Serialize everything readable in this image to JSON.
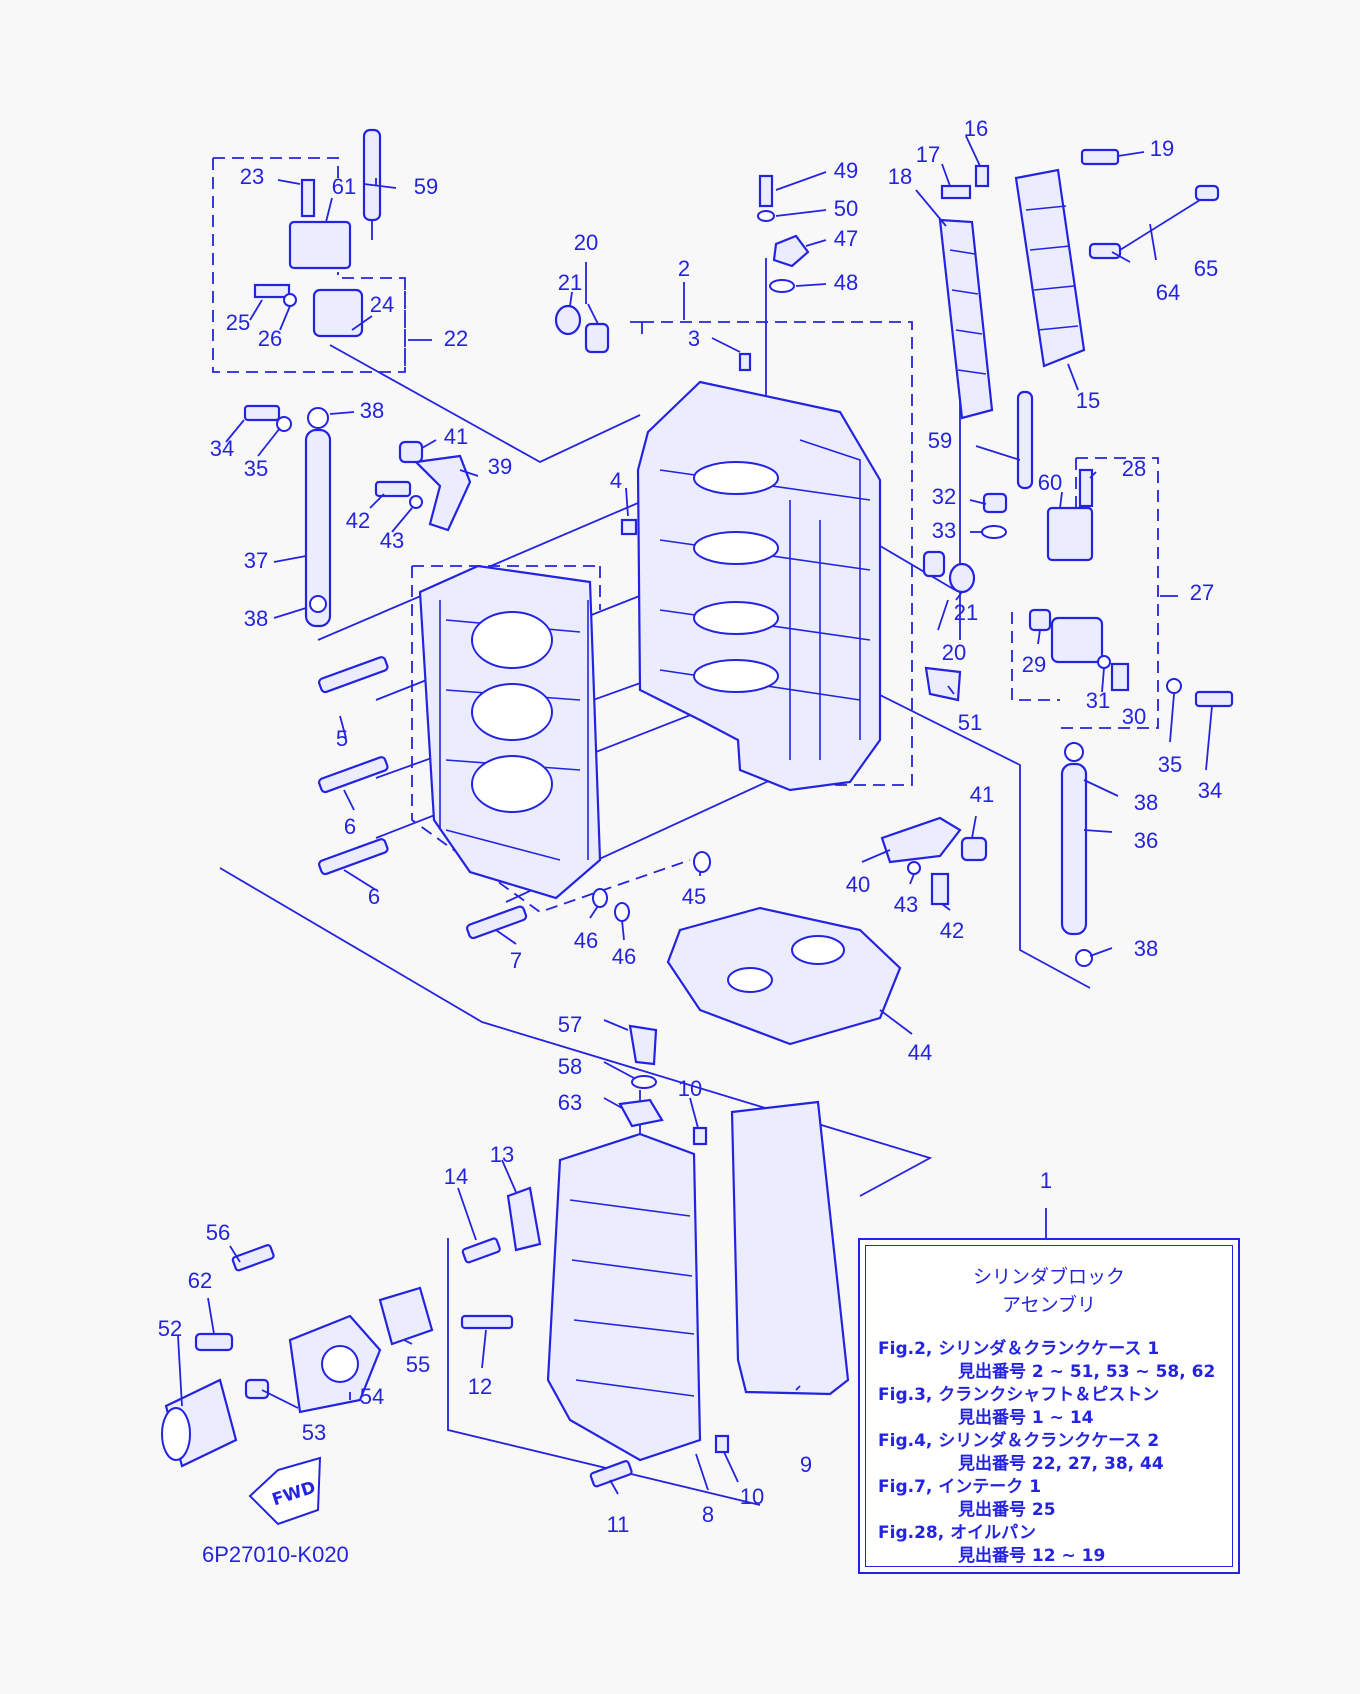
{
  "parts": [
    {
      "id": "1",
      "n": "1"
    },
    {
      "id": "2",
      "n": "2"
    },
    {
      "id": "3",
      "n": "3"
    },
    {
      "id": "4",
      "n": "4"
    },
    {
      "id": "5",
      "n": "5"
    },
    {
      "id": "6a",
      "n": "6"
    },
    {
      "id": "6b",
      "n": "6"
    },
    {
      "id": "7",
      "n": "7"
    },
    {
      "id": "8",
      "n": "8"
    },
    {
      "id": "9",
      "n": "9"
    },
    {
      "id": "10a",
      "n": "10"
    },
    {
      "id": "10b",
      "n": "10"
    },
    {
      "id": "11",
      "n": "11"
    },
    {
      "id": "12",
      "n": "12"
    },
    {
      "id": "13",
      "n": "13"
    },
    {
      "id": "14",
      "n": "14"
    },
    {
      "id": "15",
      "n": "15"
    },
    {
      "id": "16",
      "n": "16"
    },
    {
      "id": "17",
      "n": "17"
    },
    {
      "id": "18",
      "n": "18"
    },
    {
      "id": "19",
      "n": "19"
    },
    {
      "id": "20a",
      "n": "20"
    },
    {
      "id": "20b",
      "n": "20"
    },
    {
      "id": "21a",
      "n": "21"
    },
    {
      "id": "21b",
      "n": "21"
    },
    {
      "id": "22",
      "n": "22"
    },
    {
      "id": "23",
      "n": "23"
    },
    {
      "id": "24",
      "n": "24"
    },
    {
      "id": "25",
      "n": "25"
    },
    {
      "id": "26",
      "n": "26"
    },
    {
      "id": "27",
      "n": "27"
    },
    {
      "id": "28",
      "n": "28"
    },
    {
      "id": "29",
      "n": "29"
    },
    {
      "id": "30",
      "n": "30"
    },
    {
      "id": "31",
      "n": "31"
    },
    {
      "id": "32",
      "n": "32"
    },
    {
      "id": "33",
      "n": "33"
    },
    {
      "id": "34a",
      "n": "34"
    },
    {
      "id": "34b",
      "n": "34"
    },
    {
      "id": "35a",
      "n": "35"
    },
    {
      "id": "35b",
      "n": "35"
    },
    {
      "id": "36",
      "n": "36"
    },
    {
      "id": "37",
      "n": "37"
    },
    {
      "id": "38a",
      "n": "38"
    },
    {
      "id": "38b",
      "n": "38"
    },
    {
      "id": "38c",
      "n": "38"
    },
    {
      "id": "38d",
      "n": "38"
    },
    {
      "id": "39",
      "n": "39"
    },
    {
      "id": "40",
      "n": "40"
    },
    {
      "id": "41a",
      "n": "41"
    },
    {
      "id": "41b",
      "n": "41"
    },
    {
      "id": "42a",
      "n": "42"
    },
    {
      "id": "42b",
      "n": "42"
    },
    {
      "id": "43a",
      "n": "43"
    },
    {
      "id": "43b",
      "n": "43"
    },
    {
      "id": "44",
      "n": "44"
    },
    {
      "id": "45",
      "n": "45"
    },
    {
      "id": "46a",
      "n": "46"
    },
    {
      "id": "46b",
      "n": "46"
    },
    {
      "id": "47",
      "n": "47"
    },
    {
      "id": "48",
      "n": "48"
    },
    {
      "id": "49",
      "n": "49"
    },
    {
      "id": "50",
      "n": "50"
    },
    {
      "id": "51",
      "n": "51"
    },
    {
      "id": "52",
      "n": "52"
    },
    {
      "id": "53",
      "n": "53"
    },
    {
      "id": "54",
      "n": "54"
    },
    {
      "id": "55",
      "n": "55"
    },
    {
      "id": "56",
      "n": "56"
    },
    {
      "id": "57",
      "n": "57"
    },
    {
      "id": "58",
      "n": "58"
    },
    {
      "id": "59a",
      "n": "59"
    },
    {
      "id": "59b",
      "n": "59"
    },
    {
      "id": "60",
      "n": "60"
    },
    {
      "id": "61",
      "n": "61"
    },
    {
      "id": "62",
      "n": "62"
    },
    {
      "id": "63",
      "n": "63"
    },
    {
      "id": "64",
      "n": "64"
    },
    {
      "id": "65",
      "n": "65"
    }
  ],
  "legend": {
    "title_line1": "シリンダブロック",
    "title_line2": "アセンブリ",
    "rows": [
      {
        "fig": "Fig.2, シリンダ＆クランクケース 1",
        "range": "見出番号 2 ~ 51, 53 ~ 58, 62"
      },
      {
        "fig": "Fig.3, クランクシャフト＆ピストン",
        "range": "見出番号 1 ~ 14"
      },
      {
        "fig": "Fig.4, シリンダ＆クランクケース 2",
        "range": "見出番号 22, 27, 38, 44"
      },
      {
        "fig": "Fig.7, インテーク 1",
        "range": "見出番号 25"
      },
      {
        "fig": "Fig.28, オイルパン",
        "range": "見出番号 12 ~ 19"
      }
    ]
  },
  "fwd_label": "FWD",
  "catalog_code": "6P27010-K020"
}
